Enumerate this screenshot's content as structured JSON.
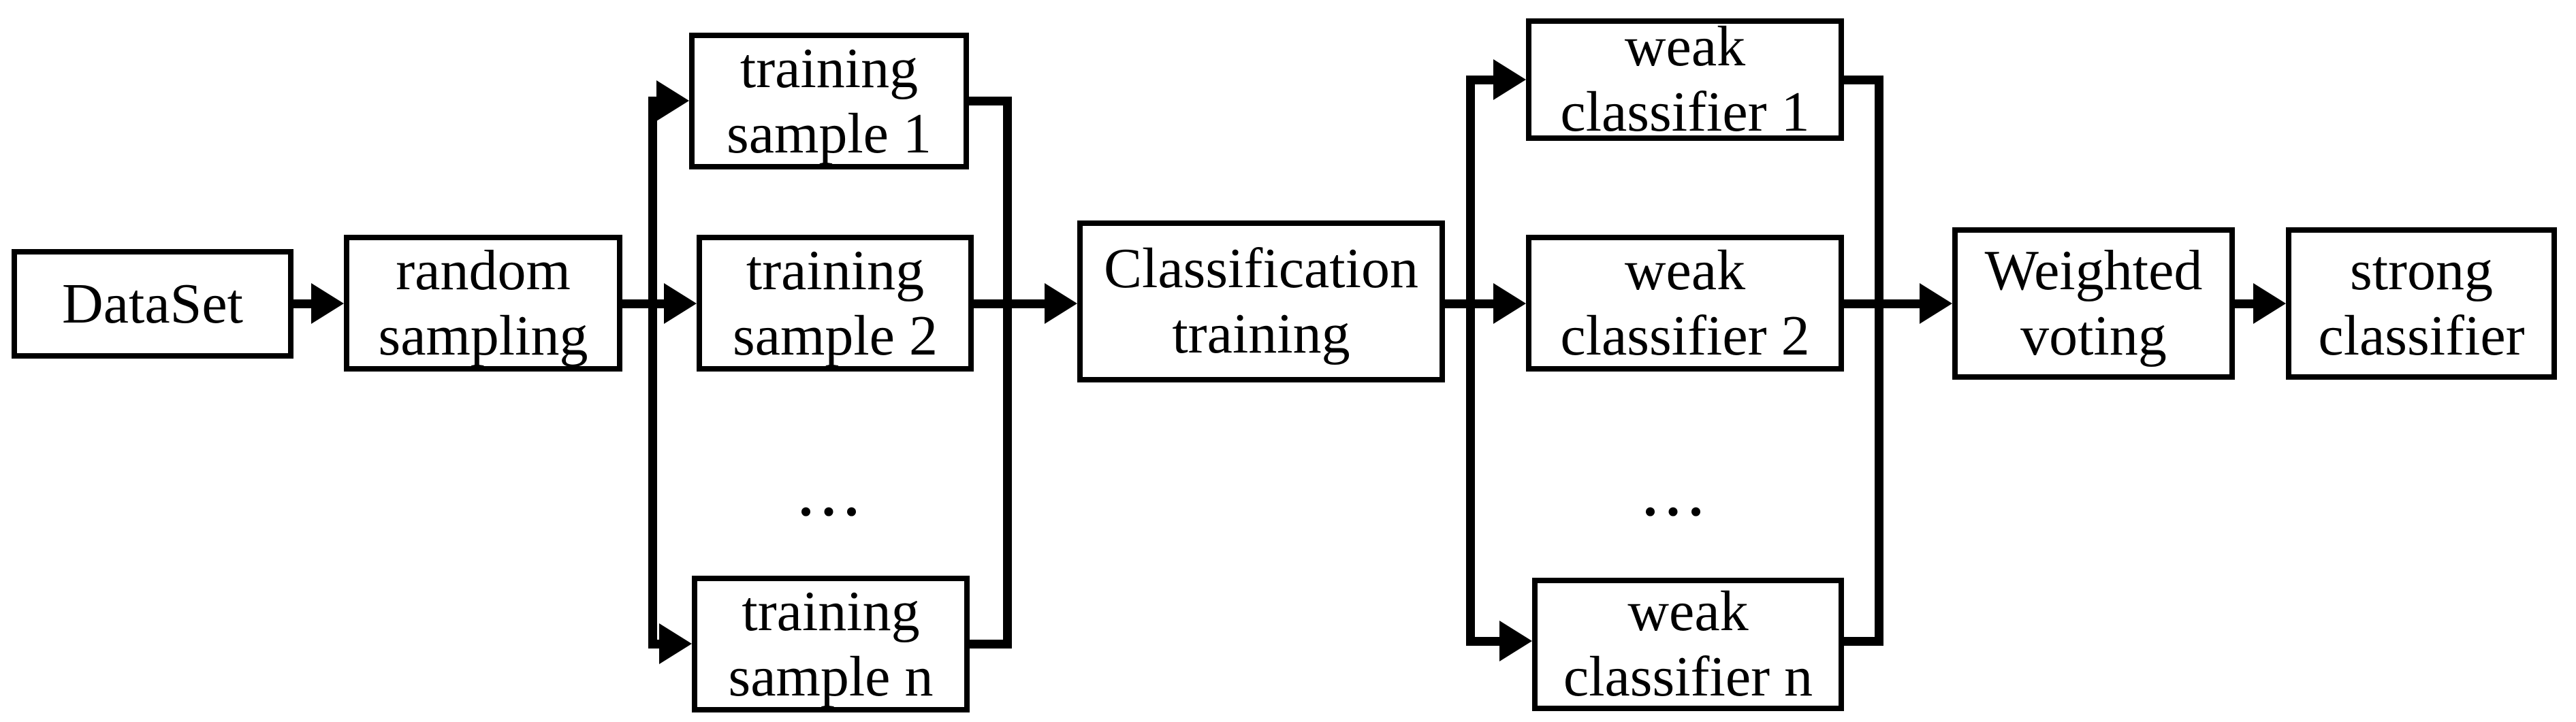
{
  "diagram": {
    "nodes": {
      "dataset": {
        "label": "DataSet"
      },
      "random_sampling": {
        "label": "random\nsampling"
      },
      "training_sample_1": {
        "label": "training\nsample 1"
      },
      "training_sample_2": {
        "label": "training\nsample 2"
      },
      "training_sample_n": {
        "label": "training\nsample n"
      },
      "classification_training": {
        "label": "Classification\ntraining"
      },
      "weak_classifier_1": {
        "label": "weak\nclassifier 1"
      },
      "weak_classifier_2": {
        "label": "weak\nclassifier 2"
      },
      "weak_classifier_n": {
        "label": "weak\nclassifier n"
      },
      "weighted_voting": {
        "label": "Weighted\nvoting"
      },
      "strong_classifier": {
        "label": "strong\nclassifier"
      }
    },
    "ellipsis_training_samples": "...",
    "ellipsis_weak_classifiers": "...",
    "colors": {
      "line": "#000000",
      "text": "#000000",
      "box_fill": "#ffffff",
      "background": "#ffffff"
    }
  }
}
